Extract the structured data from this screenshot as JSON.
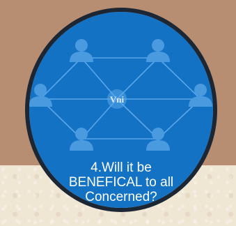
{
  "caption": {
    "line1": "4.Will it be",
    "line2": "BENEFICAL to all",
    "line3": "Concerned?"
  },
  "center_logo_text": "Vni",
  "icons": {
    "person": "person-icon",
    "center": "logo-icon"
  },
  "colors": {
    "top_background": "#b88e73",
    "bottom_background": "#f0e6d4",
    "badge_fill": "#1372c4",
    "badge_rim": "#1d2733",
    "person_fill": "#4a9ae0",
    "network_line": "#5aa7ea",
    "caption_text": "#ffffff"
  }
}
